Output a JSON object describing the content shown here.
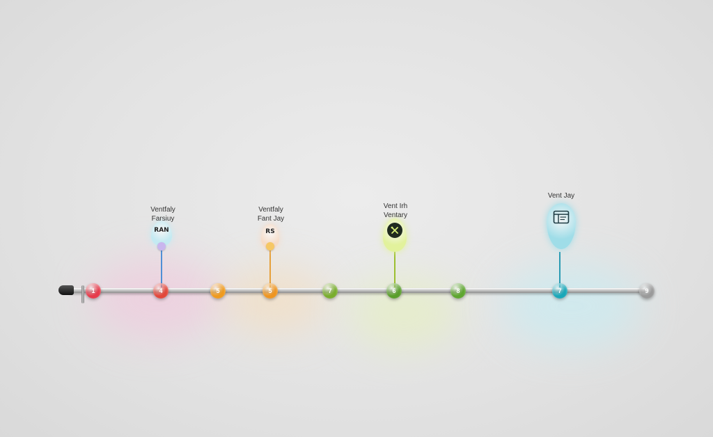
{
  "timeline": {
    "nodes": [
      {
        "label": "1",
        "color": "#e63c4c"
      },
      {
        "label": "4",
        "color": "#e2473a"
      },
      {
        "label": "5",
        "color": "#ef9a1e"
      },
      {
        "label": "5",
        "color": "#ee9520"
      },
      {
        "label": "7",
        "color": "#79ad2e"
      },
      {
        "label": "6",
        "color": "#5a9e2c"
      },
      {
        "label": "8",
        "color": "#5ea630"
      },
      {
        "label": "7",
        "color": "#1aa7b8"
      },
      {
        "label": "9",
        "color": "#9a9a9a"
      }
    ],
    "events": [
      {
        "line1": "Ventfaly",
        "line2": "Farsiuy",
        "pin_text": "RAN",
        "pin_color": "#c4eaf2",
        "stem_color": "#4f8fd6"
      },
      {
        "line1": "Ventfaly",
        "line2": "Fant Jay",
        "pin_text": "RS",
        "pin_color": "#f6dcc8",
        "stem_color": "#e6a03a"
      },
      {
        "line1": "Vent Irh",
        "line2": "Ventary",
        "pin_text": "",
        "pin_color": "#e2f29c",
        "stem_color": "#9cbf30",
        "icon": "tools-icon"
      },
      {
        "line1": "Vent Jay",
        "line2": "",
        "pin_text": "",
        "pin_color": "#9fdde8",
        "stem_color": "#2a9bb3",
        "icon": "window-icon"
      }
    ]
  }
}
